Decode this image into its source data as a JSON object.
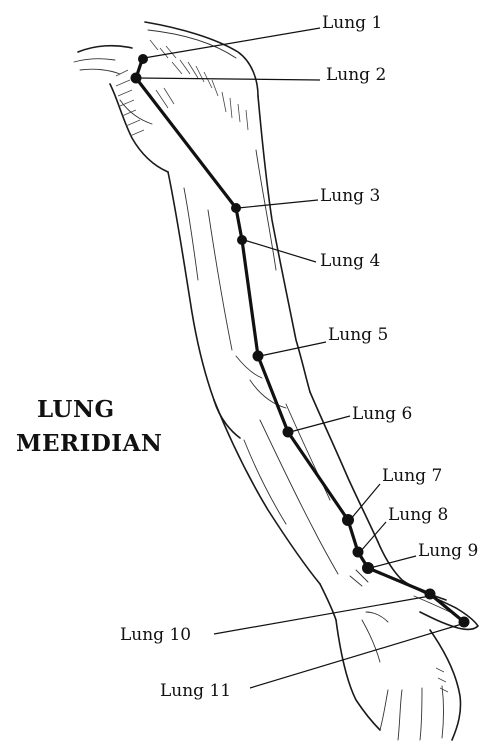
{
  "title": {
    "line1": "LUNG",
    "line2": "MERIDIAN"
  },
  "points": [
    {
      "id": "lung-1",
      "label": "Lung 1"
    },
    {
      "id": "lung-2",
      "label": "Lung 2"
    },
    {
      "id": "lung-3",
      "label": "Lung 3"
    },
    {
      "id": "lung-4",
      "label": "Lung 4"
    },
    {
      "id": "lung-5",
      "label": "Lung 5"
    },
    {
      "id": "lung-6",
      "label": "Lung 6"
    },
    {
      "id": "lung-7",
      "label": "Lung 7"
    },
    {
      "id": "lung-8",
      "label": "Lung 8"
    },
    {
      "id": "lung-9",
      "label": "Lung 9"
    },
    {
      "id": "lung-10",
      "label": "Lung 10"
    },
    {
      "id": "lung-11",
      "label": "Lung 11"
    }
  ]
}
